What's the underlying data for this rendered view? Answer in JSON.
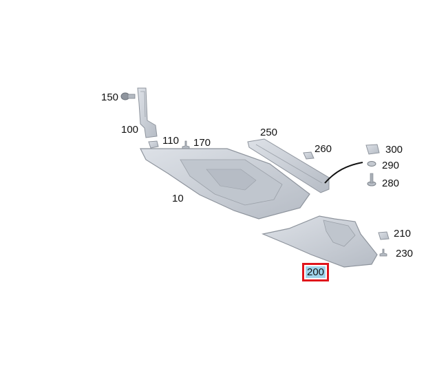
{
  "diagram": {
    "callouts": {
      "c150": "150",
      "c100": "100",
      "c110": "110",
      "c170": "170",
      "c250": "250",
      "c260": "260",
      "c300": "300",
      "c290": "290",
      "c280": "280",
      "c10": "10",
      "c210": "210",
      "c230": "230",
      "c200": "200"
    },
    "selected_part": "200",
    "colors": {
      "part_fill": "#c9ced6",
      "part_stroke": "#8d939c",
      "highlight_fill": "#9fd3ea",
      "highlight_border": "#e0141b"
    }
  }
}
